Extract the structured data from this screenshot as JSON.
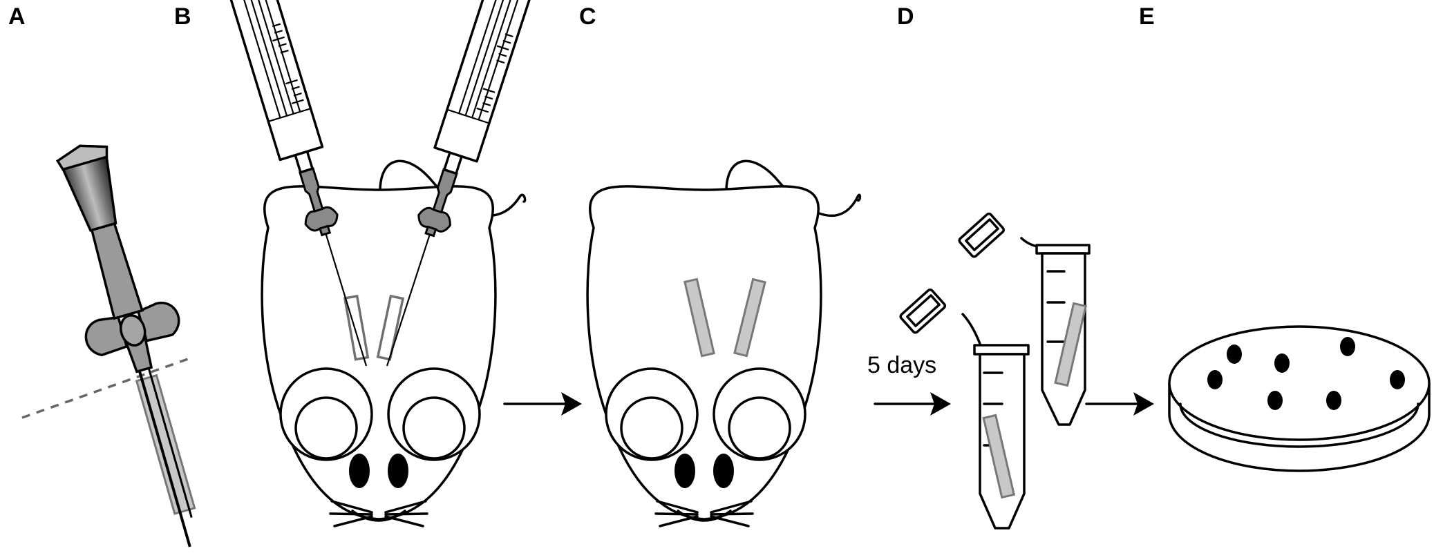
{
  "panels": {
    "a": {
      "label": "A"
    },
    "b": {
      "label": "B"
    },
    "c": {
      "label": "C"
    },
    "d": {
      "label": "D",
      "step_label": "5 days"
    },
    "e": {
      "label": "E"
    }
  },
  "colors": {
    "stroke": "#000000",
    "background": "#ffffff",
    "graft_fill": "#c8c8c8",
    "graft_stroke": "#777777",
    "hub_fill": "#8a8a8a",
    "cut_line": "#666666"
  },
  "icons": [
    "trocar-needle-icon",
    "syringe-icon",
    "mouse-icon",
    "graft-tube-icon",
    "microcentrifuge-tube-icon",
    "petri-dish-icon",
    "arrow-right-icon"
  ],
  "petri_dish": {
    "colony_count": 7
  }
}
